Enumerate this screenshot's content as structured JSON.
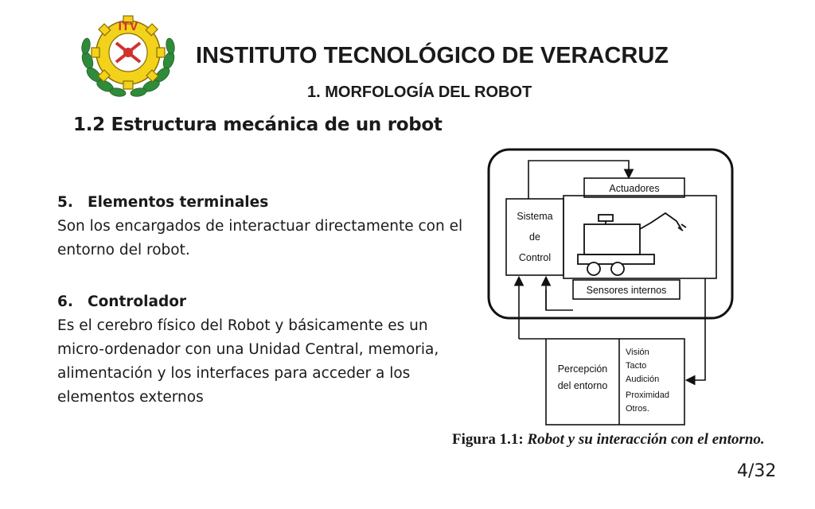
{
  "header": {
    "institution": "INSTITUTO TECNOLÓGICO DE VERACRUZ",
    "subtitle": "1. MORFOLOGÍA DEL ROBOT",
    "logo_text": "ITV"
  },
  "section_title": "1.2 Estructura mecánica de un robot",
  "items": [
    {
      "number": "5.",
      "title": "Elementos terminales",
      "text": "Son los encargados de interactuar directamente con el entorno del robot."
    },
    {
      "number": "6.",
      "title": "Controlador",
      "text": "Es el cerebro físico del Robot y básicamente es un micro-ordenador con una Unidad Central, memoria, alimentación y los interfaces para acceder a los elementos externos"
    }
  ],
  "diagram": {
    "actuators": "Actuadores",
    "control_line1": "Sistema",
    "control_line2": "de",
    "control_line3": "Control",
    "sensors": "Sensores internos",
    "perception_line1": "Percepción",
    "perception_line2": "del entorno",
    "senses": [
      "Visión",
      "Tacto",
      "Audición",
      "Proximidad",
      "Otros."
    ]
  },
  "caption": {
    "label": "Figura 1.1:",
    "text": "Robot y su interacción con el entorno."
  },
  "page_number": "4/32",
  "colors": {
    "logo_yellow": "#f2d21b",
    "logo_green": "#2e8b3a",
    "logo_red": "#d0312d",
    "text": "#1a1a1a"
  }
}
